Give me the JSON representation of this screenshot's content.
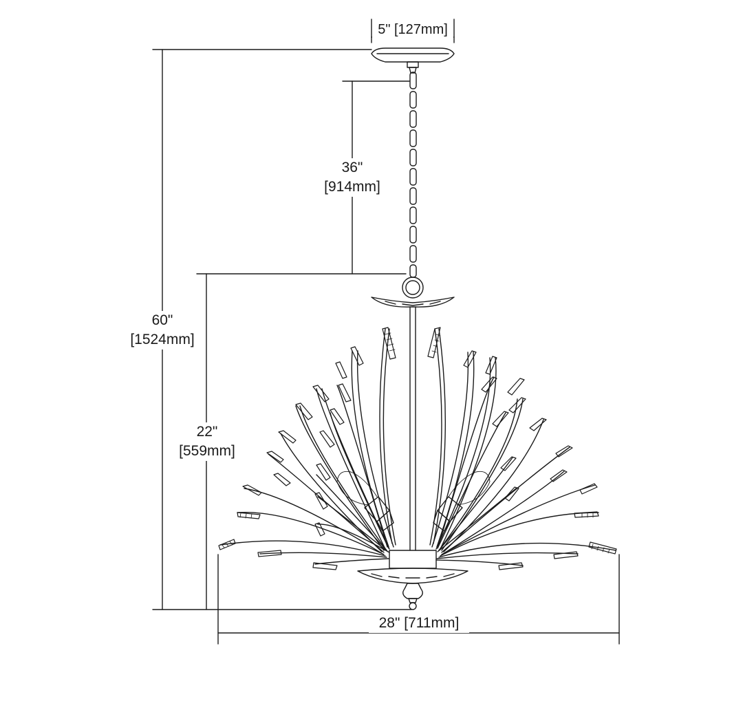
{
  "dimensions": {
    "canopy_width": {
      "label": "5\" [127mm]"
    },
    "chain_length": {
      "line1": "36\"",
      "line2": "[914mm]"
    },
    "overall_height": {
      "line1": "60\"",
      "line2": "[1524mm]"
    },
    "fixture_height": {
      "line1": "22\"",
      "line2": "[559mm]"
    },
    "fixture_width": {
      "label": "28\" [711mm]"
    }
  },
  "colors": {
    "line": "#1a1a1a",
    "background": "#ffffff"
  }
}
